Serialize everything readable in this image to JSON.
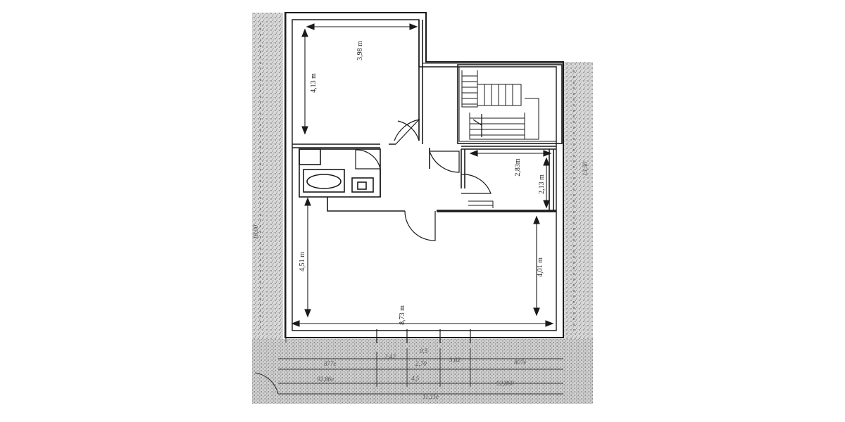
{
  "rooms": {
    "bedroom": {
      "width": "3,98 m",
      "depth": "4,13 m"
    },
    "utility": {
      "width": "2,83m",
      "depth": "2,13 m"
    },
    "living": {
      "width": "8,73 m",
      "depth_left": "4,51 m",
      "depth_right": "4,01 m"
    }
  },
  "survey_scribbles": {
    "bottom_left": "877e",
    "bottom_left_total": "92,86e",
    "bottom_mid_1": "2,42",
    "bottom_mid_2": "2,70",
    "bottom_mid_3": "3,02",
    "bottom_right": "807e",
    "bottom_right_total": "92,860",
    "bottom_overall": "11,11e",
    "bottom_small_a": "0,5",
    "bottom_small_b": "4,5",
    "left_vertical": "18,00",
    "right_vertical": "13,50"
  }
}
